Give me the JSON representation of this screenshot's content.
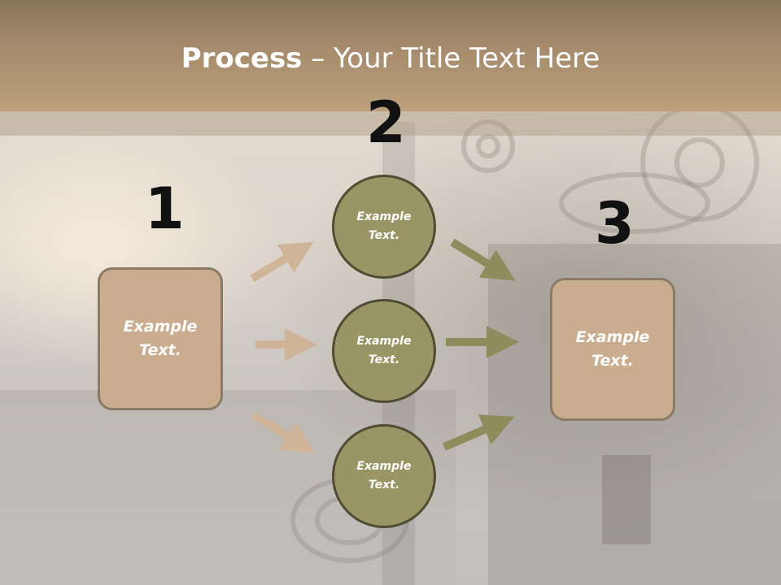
{
  "title": {
    "bold": "Process",
    "rest": " – Your Title Text Here"
  },
  "steps": [
    {
      "number": "1",
      "box_text": "Example Text."
    },
    {
      "number": "2",
      "circles": [
        "Example Text.",
        "Example Text.",
        "Example Text."
      ]
    },
    {
      "number": "3",
      "box_text": "Example Text."
    }
  ],
  "colors": {
    "title_band": "#a68c6c",
    "box_fill": "#c9ad8e",
    "circle_fill": "#999565",
    "arrow_left": "#cfb497",
    "arrow_right": "#8e8c5c"
  }
}
